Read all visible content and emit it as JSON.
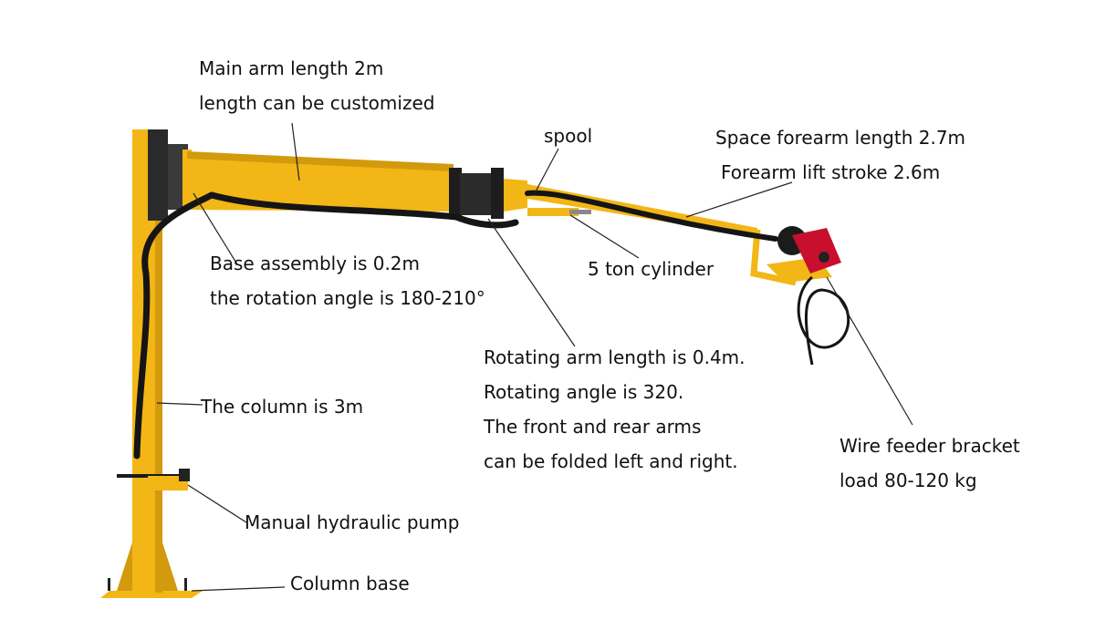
{
  "colors": {
    "steel_yellow": "#f2b616",
    "steel_shade": "#d29a0c",
    "hose_black": "#151515",
    "feeder_red": "#c8102e",
    "leader_line": "#222222",
    "text": "#111111"
  },
  "labels": {
    "main_arm": {
      "line1": "Main arm length 2m",
      "line2": "length can be customized"
    },
    "spool": "spool",
    "forearm": {
      "line1": "Space forearm length 2.7m",
      "line2": "Forearm lift stroke 2.6m"
    },
    "base_assembly": {
      "line1": "Base assembly is 0.2m",
      "line2": "the rotation angle is 180-210°"
    },
    "cylinder": "5 ton cylinder",
    "rotating_arm": {
      "line1": "Rotating arm length is 0.4m.",
      "line2": "Rotating angle is 320.",
      "line3": "The front and rear arms",
      "line4": "can be folded left and right."
    },
    "column": "The column is 3m",
    "wire_feeder": {
      "line1": "Wire feeder bracket",
      "line2": "load 80-120 kg"
    },
    "pump": "Manual hydraulic pump",
    "column_base": "Column base"
  }
}
